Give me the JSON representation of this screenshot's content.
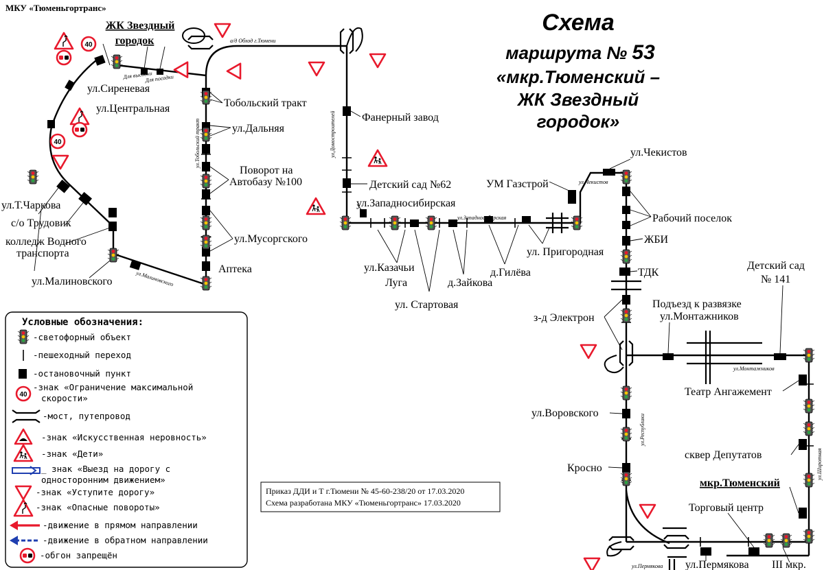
{
  "org_name": "МКУ «Тюменьгортранс»",
  "title": {
    "line1": "Схема",
    "line2a": "маршрута № ",
    "line2b": "53",
    "line3": "«мкр.Тюменский  –",
    "line4": "ЖК Звездный",
    "line5": "городок»"
  },
  "colors": {
    "route": "#000000",
    "sign_red": "#e8192c",
    "direct_arrow": "#e8192c",
    "reverse_arrow": "#1f3fb0",
    "one_way": "#1f3fb0"
  },
  "stops": {
    "zk_zvezdny": "ЖК Звездный",
    "gorodok": "городок",
    "sirenevaya": "ул.Сиреневая",
    "centralnaya": "ул.Центральная",
    "charkova": "ул.Т.Чаркова",
    "trudovik": "с/о Трудовик",
    "college1": "колледж Водного",
    "college2": "транспорта",
    "malinovskogo": "ул.Малиновского",
    "tobolsky": "Тобольский тракт",
    "dalnyaya": "ул.Дальняя",
    "avtobaza1": "Поворот на",
    "avtobaza2": "Автобазу №100",
    "musorgskogo": "ул.Мусоргского",
    "apteka": "Аптека",
    "faner": "Фанерный завод",
    "detsad62": "Детский сад №62",
    "zapadnosib": "ул.Западносибирская",
    "kazachi1": "ул.Казачьи",
    "kazachi2": "Луга",
    "startovaya": "ул. Стартовая",
    "zaykova": "д.Зайкова",
    "gileva": "д.Гилёва",
    "prigorodnaya": "ул. Пригородная",
    "um_gazstroy": "УМ Газстрой",
    "chekistov": "ул.Чекистов",
    "rabochiy": "Рабочий поселок",
    "zhbi": "ЖБИ",
    "tdk": "ТДК",
    "elektron": "з-д Электрон",
    "podezd1": "Подъезд к развязке",
    "podezd2": "ул.Монтажников",
    "detsad141_1": "Детский сад",
    "detsad141_2": "№ 141",
    "teatr": "Театр Ангажемент",
    "vorovskogo": "ул.Воровского",
    "krosno": "Кросно",
    "skver": "сквер Депутатов",
    "tyumensky": "мкр.Тюменский",
    "torgovy": "Торговый центр",
    "permyakova": "ул.Пермякова",
    "mkr3": "III мкр."
  },
  "small_labels": {
    "dlya_vysadki": "Для высадки",
    "dlya_posadki": "Для посадки"
  },
  "streets": {
    "obhod": "а/д Обход г.Тюмени",
    "tobolsky_trakt": "ул.Тобольский тракт",
    "domostroiteley": "ул.Домостроителей",
    "zapadnosibirskaya": "ул.Западносибирская",
    "chekistov": "ул.Чекистов",
    "malinovskogo": "ул.Малиновского",
    "montazhnikov": "ул.Монтажников",
    "respubliki": "ул.Республики",
    "shirotnaya": "ул.Широтная",
    "permyakova": "ул.Пермякова"
  },
  "speed_limit": "40",
  "legend": {
    "title": "Условные обозначения:",
    "items": [
      {
        "icon": "traffic-light-icon",
        "text": "-светофорный объект"
      },
      {
        "icon": "crosswalk-icon",
        "text": "-пешеходный переход"
      },
      {
        "icon": "bus-stop-icon",
        "text": "-остановочный пункт"
      },
      {
        "icon": "speed-limit-icon",
        "text": "-знак «Ограничение максимальной",
        "text2": "скорости»"
      },
      {
        "icon": "bridge-icon",
        "text": "-мост, путепровод"
      },
      {
        "icon": "speed-bump-sign-icon",
        "text": "-знак «Искусственная неровность»"
      },
      {
        "icon": "children-sign-icon",
        "text": "-знак «Дети»"
      },
      {
        "icon": "one-way-exit-icon",
        "text": "_ знак «Выезд на дорогу с",
        "text2": "односторонним движением»"
      },
      {
        "icon": "yield-sign-icon",
        "text": "-знак «Уступите дорогу»"
      },
      {
        "icon": "dangerous-curves-icon",
        "text": "-знак «Опасные повороты»"
      },
      {
        "icon": "direct-arrow-icon",
        "text": "-движение в прямом направлении"
      },
      {
        "icon": "reverse-arrow-icon",
        "text": "-движение в обратном направлении"
      },
      {
        "icon": "no-overtaking-icon",
        "text": "-обгон запрещён"
      }
    ]
  },
  "order": {
    "line1": "Приказ ДДИ и Т г.Тюмени № 45-60-238/20 от 17.03.2020",
    "line2": "Схема разработана МКУ «Тюменьгортранс» 17.03.2020"
  }
}
